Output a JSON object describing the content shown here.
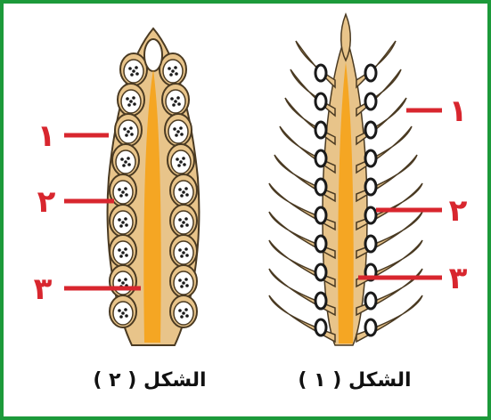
{
  "colors": {
    "border": "#1c9a3a",
    "spike_body": "#e8c48a",
    "spike_outline": "#4a3a22",
    "rachis": "#f5a623",
    "grain": "#1a1a1a",
    "pointer": "#d8262e"
  },
  "figure_left": {
    "caption": "( ٢ ) الشكل",
    "labels": [
      "١",
      "٢",
      "٣"
    ]
  },
  "figure_right": {
    "caption": "الشكل ( ١ )",
    "labels": [
      "١",
      "٢",
      "٣"
    ]
  }
}
